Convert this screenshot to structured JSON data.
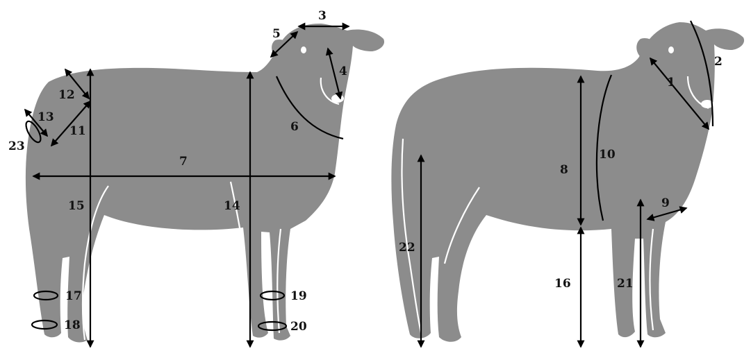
{
  "figure": {
    "left_sheep": {
      "labels": {
        "m3": "3",
        "m4": "4",
        "m5": "5",
        "m6": "6",
        "m7": "7",
        "m11": "11",
        "m12": "12",
        "m13": "13",
        "m14": "14",
        "m15": "15",
        "m17": "17",
        "m18": "18",
        "m19": "19",
        "m20": "20",
        "m23": "23"
      }
    },
    "right_sheep": {
      "labels": {
        "m1": "1",
        "m2": "2",
        "m8": "8",
        "m9": "9",
        "m10": "10",
        "m16": "16",
        "m21": "21",
        "m22": "22"
      }
    },
    "colors": {
      "body": "#8c8c8c",
      "lines": "#000000",
      "highlights": "#ffffff"
    }
  }
}
